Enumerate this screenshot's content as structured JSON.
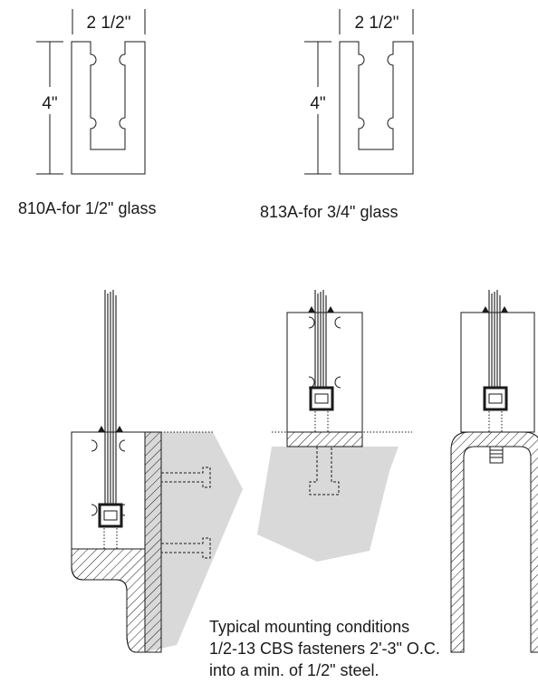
{
  "top_left": {
    "width_label": "2 1/2\"",
    "height_label": "4\"",
    "caption": "810A-for 1/2\" glass"
  },
  "top_right": {
    "width_label": "2 1/2\"",
    "height_label": "4\"",
    "caption": "813A-for 3/4\" glass"
  },
  "notes": [
    "Typical mounting conditions",
    "1/2-13 CBS fasteners 2'-3\" O.C.",
    "into a min. of 1/2\" steel."
  ],
  "colors": {
    "line": "#1a1a1a",
    "shade": "#d9d9d9",
    "background": "#ffffff"
  }
}
